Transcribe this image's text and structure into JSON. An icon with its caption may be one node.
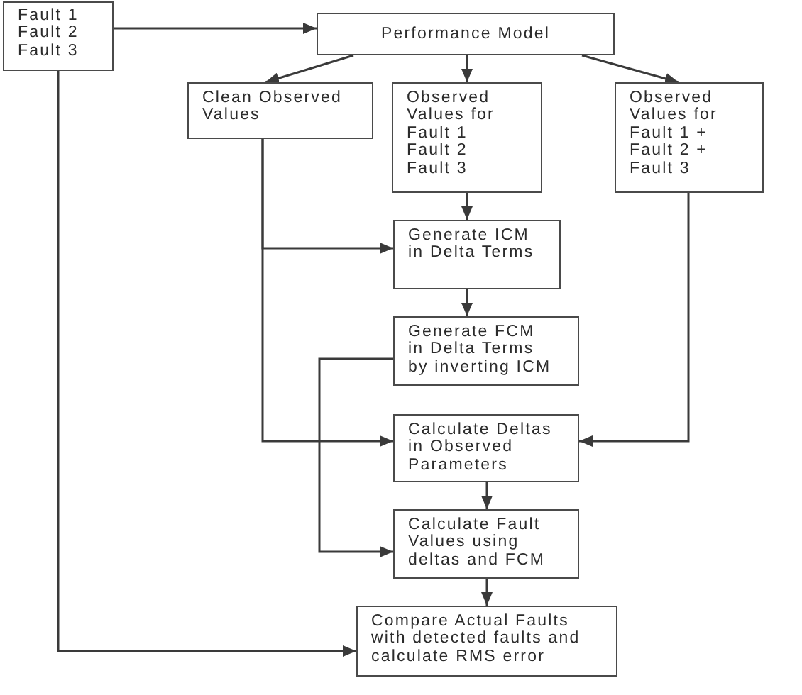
{
  "diagram": {
    "nodes": [
      {
        "text": [
          "Fault 1 Fault 2 Fault 3"
        ]
      },
      {
        "text": [
          "Performance Model"
        ]
      },
      {
        "text": [
          "Clean Observed Values"
        ]
      },
      {
        "text": [
          "Observed Values for Fault 1 Fault 2 Fault 3"
        ]
      },
      {
        "text": [
          "Observed Values for Fault 1 + Fault 2 + Fault 3"
        ]
      },
      {
        "text": [
          "Generate ICM in Delta Terms"
        ]
      },
      {
        "text": [
          "Generate FCM in Delta Terms by inverting ICM"
        ]
      },
      {
        "text": [
          "Calculate Deltas in Observed Parameters"
        ]
      },
      {
        "text": [
          "Calculate Fault Values using deltas and FCM"
        ]
      },
      {
        "text": [
          "Compare Actual Faults with detected faults and calculate RMS error"
        ]
      }
    ],
    "edges": [
      {
        "from": 0,
        "to": 1,
        "arrow": "to"
      },
      {
        "from": 1,
        "to": 2,
        "arrow": "to"
      },
      {
        "from": 1,
        "to": 3,
        "arrow": "to"
      },
      {
        "from": 1,
        "to": 4,
        "arrow": "to"
      },
      {
        "from": 2,
        "to": 5,
        "arrow": "to"
      },
      {
        "from": 2,
        "to": 7,
        "arrow": "to"
      },
      {
        "from": 3,
        "to": 5,
        "arrow": "to"
      },
      {
        "from": 5,
        "to": 6,
        "arrow": "to"
      },
      {
        "from": 6,
        "to": 8,
        "arrow": "to"
      },
      {
        "from": 4,
        "to": 7,
        "arrow": "to"
      },
      {
        "from": 7,
        "to": 8,
        "arrow": "to"
      },
      {
        "from": 8,
        "to": 9,
        "arrow": "to"
      },
      {
        "from": 0,
        "to": 9,
        "arrow": "to"
      }
    ]
  }
}
